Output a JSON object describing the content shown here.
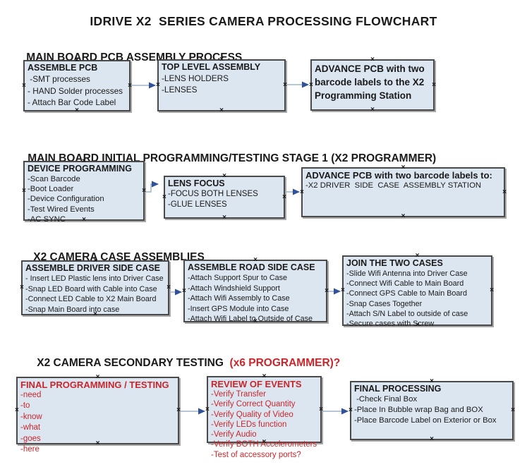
{
  "title": "IDRIVE X2  SERIES CAMERA PROCESSING FLOWCHART",
  "anchor_glyph": "×",
  "colors": {
    "box_fill": "#dce6f1",
    "box_border": "#4a4a4a",
    "box_shadow": "#a8a8a8",
    "arrow_line": "#9fb2cc",
    "arrow_head": "#31529b",
    "red_text": "#c9262c",
    "black_text": "#1a1a1a"
  },
  "sections": [
    {
      "heading": "MAIN BOARD PCB ASSEMBLY PROCESS",
      "heading_red": "",
      "boxes": [
        {
          "title": "ASSEMBLE PCB",
          "items": [
            " -SMT processes",
            "- HAND Solder processes",
            "- Attach Bar Code Label"
          ]
        },
        {
          "title": "TOP LEVEL ASSEMBLY",
          "items": [
            "-LENS HOLDERS",
            "-LENSES"
          ]
        },
        {
          "title": "ADVANCE PCB with two barcode labels to the  X2 Programming Station",
          "items": []
        }
      ]
    },
    {
      "heading": "MAIN BOARD INITIAL PROGRAMMING/TESTING STAGE 1 (X2 PROGRAMMER)",
      "heading_red": "",
      "boxes": [
        {
          "title": "DEVICE PROGRAMMING",
          "items": [
            "-Scan Barcode",
            "-Boot Loader",
            "-Device Configuration",
            "-Test Wired Events",
            "-AC SYNC"
          ]
        },
        {
          "title": "LENS FOCUS",
          "items": [
            "-FOCUS BOTH LENSES",
            "-GLUE LENSES"
          ]
        },
        {
          "title": "ADVANCE PCB with two barcode labels to:",
          "items": [
            "-X2 DRIVER  SIDE  CASE  ASSEMBLY STATION"
          ]
        }
      ]
    },
    {
      "heading": "X2 CAMERA CASE ASSEMBLIES",
      "heading_red": "",
      "boxes": [
        {
          "title": "ASSEMBLE DRIVER SIDE CASE",
          "items": [
            "- Insert LED Plastic lens into Driver Case",
            "-Snap LED Board with Cable into Case",
            "-Connect LED Cable to X2 Main Board",
            "-Snap Main Board into case"
          ]
        },
        {
          "title": "ASSEMBLE ROAD SIDE CASE",
          "items": [
            "-Attach Support Spur to Case",
            "-Attach Windshield Support",
            "-Attach Wifi Assembly to Case",
            "-Insert GPS Module into Case",
            "-Attach Wifi Label to Outside of Case"
          ]
        },
        {
          "title": "JOIN THE TWO CASES",
          "items": [
            "-Slide Wifi Antenna into Driver Case",
            "-Connect Wifi Cable to Main Board",
            "-Connect GPS Cable to Main Board",
            "-Snap Cases Together",
            "-Attach S/N Label to outside of case",
            "-Secure cases with Screw"
          ]
        }
      ]
    },
    {
      "heading": "X2 CAMERA SECONDARY TESTING ",
      "heading_red": " (x6 PROGRAMMER)?",
      "boxes": [
        {
          "title": "FINAL PROGRAMMING / TESTING",
          "items": [
            "-need",
            "-to",
            "-know",
            "-what",
            "-goes",
            "-here"
          ]
        },
        {
          "title": "REVIEW OF EVENTS",
          "items": [
            "-Verify Transfer",
            "-Verify Correct Quantity",
            "-Verify Quality of Video",
            "-Verify LEDs function",
            "-Verify Audio",
            "-Verify BOTH Accelerometers",
            "-Test of accessory ports?"
          ]
        },
        {
          "title": "FINAL PROCESSING",
          "items": [
            " -Check Final Box",
            "-Place In Bubble wrap Bag and BOX",
            "-Place Barcode Label on Exterior or Box"
          ]
        }
      ]
    }
  ]
}
